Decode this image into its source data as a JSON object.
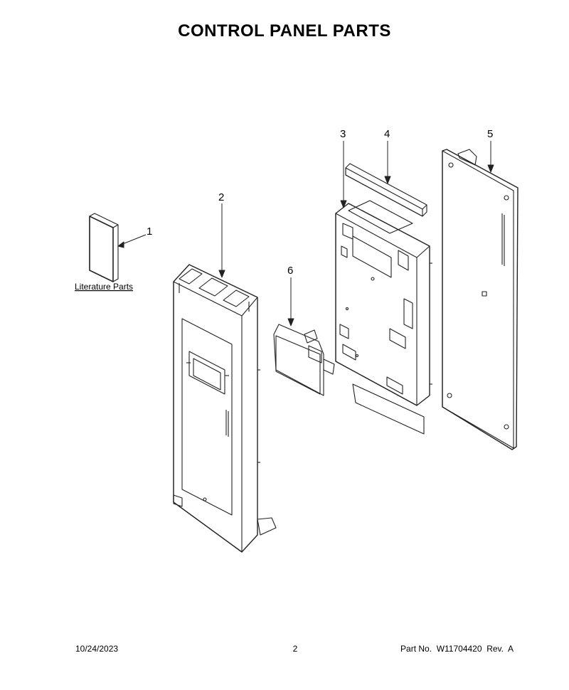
{
  "page": {
    "title": "CONTROL PANEL PARTS",
    "literature_label": "Literature Parts"
  },
  "callouts": [
    "1",
    "2",
    "3",
    "4",
    "5",
    "6"
  ],
  "footer": {
    "date": "10/24/2023",
    "page_number": "2",
    "part_number": "Part No.  W11704420  Rev.  A"
  }
}
